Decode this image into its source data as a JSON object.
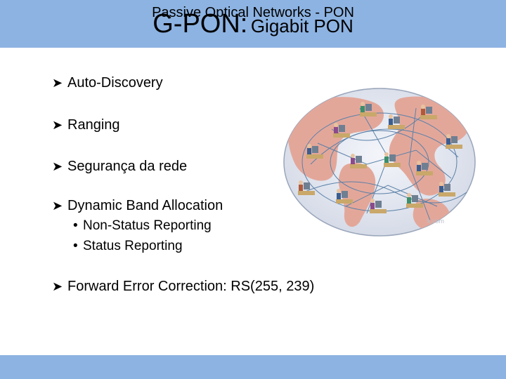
{
  "slide": {
    "title_main": "G-PON:",
    "title_sub": "Gigabit PON",
    "bullets": [
      {
        "text": "Auto-Discovery"
      },
      {
        "text": "Ranging"
      },
      {
        "text": "Segurança da rede"
      },
      {
        "text": "Dynamic Band Allocation",
        "subitems": [
          "Non-Status Reporting",
          "Status Reporting"
        ]
      },
      {
        "text": "Forward Error Correction: RS(255, 239)"
      }
    ],
    "footer": "Passive Optical Networks - PON",
    "image_watermark": "k.com"
  },
  "colors": {
    "header_bar": "#8db3e2",
    "footer_bar": "#8db3e2",
    "globe_fill": "#dfe3ee",
    "land": "#e3a79a",
    "network_lines": "#5a80a8"
  },
  "icons": {
    "bullet": "arrowhead-bullet",
    "illustration": "global-network-people-illustration"
  }
}
